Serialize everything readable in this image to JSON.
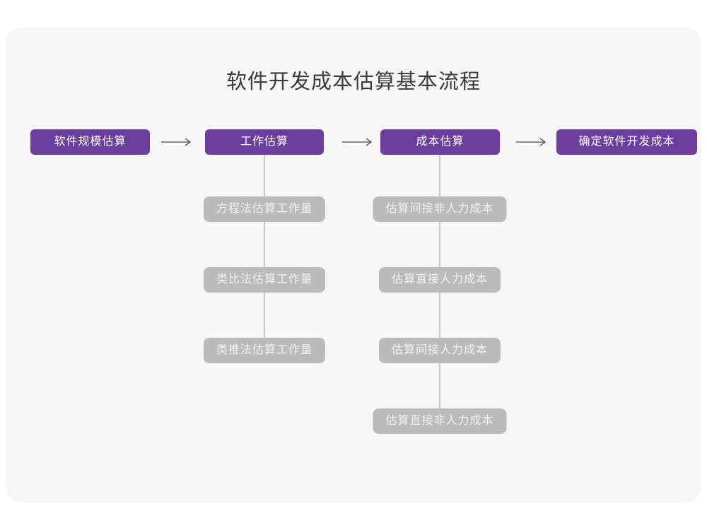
{
  "page": {
    "title": "软件开发成本估算基本流程"
  },
  "colors": {
    "card_background": "#f6f6f7",
    "stage_box": "#6b3e9e",
    "substep_box": "#bbbbbb",
    "connector_line": "#c9c9c9",
    "arrow": "#4a4a4a",
    "title_text": "#3b3b3b",
    "stage_text": "#ffffff",
    "substep_text": "#f1f1f1"
  },
  "flow": {
    "arrow_icon": "→",
    "stages": [
      {
        "label": "软件规模估算",
        "substeps": []
      },
      {
        "label": "工作估算",
        "substeps": [
          "方程法估算工作量",
          "类比法估算工作量",
          "类推法估算工作量"
        ]
      },
      {
        "label": "成本估算",
        "substeps": [
          "估算间接非人力成本",
          "估算直接人力成本",
          "估算间接人力成本",
          "估算直接非人力成本"
        ]
      },
      {
        "label": "确定软件开发成本",
        "substeps": []
      }
    ]
  }
}
